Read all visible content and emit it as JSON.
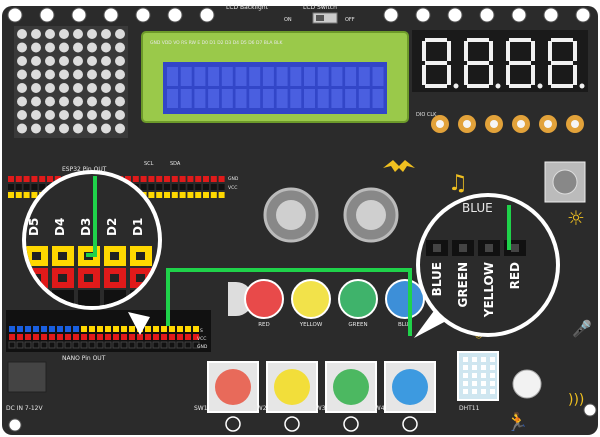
{
  "board": {
    "lcd_backlight": "LCD Backlight",
    "lcd_switch": "LCD Switch",
    "switch_on": "ON",
    "switch_off": "OFF",
    "lcd_pins": "GND VDD VO RS RW E D0 D1 D2 D3 D4 D5 D6 D7 BLA BLK",
    "esp32_pinout": "ESP32 Pin OUT",
    "nano_pinout": "NANO Pin OUT",
    "dc_in": "DC IN 7-12V",
    "dio_clk": "DIO CLK",
    "scl": "SCL",
    "sda": "SDA",
    "gnd": "GND",
    "vcc": "VCC",
    "s": "S",
    "dht11": "DHT11"
  },
  "zoom_left": {
    "pins": [
      "D5",
      "D4",
      "D3",
      "D2",
      "D1"
    ]
  },
  "zoom_right": {
    "title": "BLUE",
    "pins": [
      "BLUE",
      "GREEN",
      "YELLOW",
      "RED"
    ]
  },
  "leds": [
    {
      "label": "RED",
      "color": "#e84a4a"
    },
    {
      "label": "YELLOW",
      "color": "#f2e24a"
    },
    {
      "label": "GREEN",
      "color": "#3fb36b"
    },
    {
      "label": "BLUE",
      "color": "#3d8fd8"
    }
  ],
  "buttons": [
    {
      "label": "SW1",
      "color": "#e86a5a"
    },
    {
      "label": "SW2",
      "color": "#f2de3a"
    },
    {
      "label": "SW3",
      "color": "#4cb861"
    },
    {
      "label": "SW4",
      "color": "#3d9ae0"
    }
  ],
  "colors": {
    "board": "#2b2b2b",
    "wire": "#1fd24a",
    "header_yellow": "#ffd800",
    "header_red": "#e01a1a",
    "header_black": "#111111",
    "header_blue": "#1a5fe0"
  }
}
